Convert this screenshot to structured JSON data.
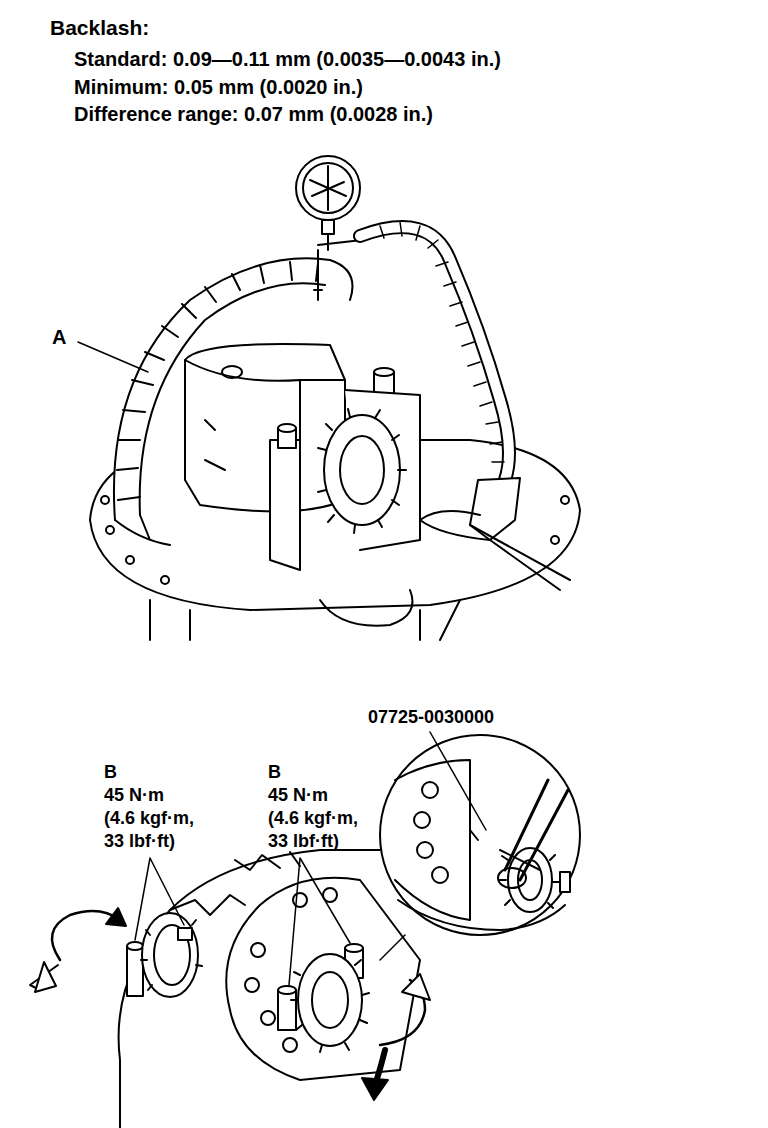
{
  "diagram": {
    "title": "Backlash:",
    "labels": [
      "Standard: 0.09—0.11 mm (0.0035—0.0043 in.)",
      "Minimum: 0.05 mm (0.0020 in.)",
      "Difference range: 0.07 mm (0.0028 in.)",
      "A",
      "07725-0030000",
      "B",
      "45 N·m",
      "(4.6 kgf·m,",
      "33 lbf·ft)",
      "B",
      "45 N·m",
      "(4.6 kgf·m,",
      "33 lbf·ft)"
    ]
  }
}
